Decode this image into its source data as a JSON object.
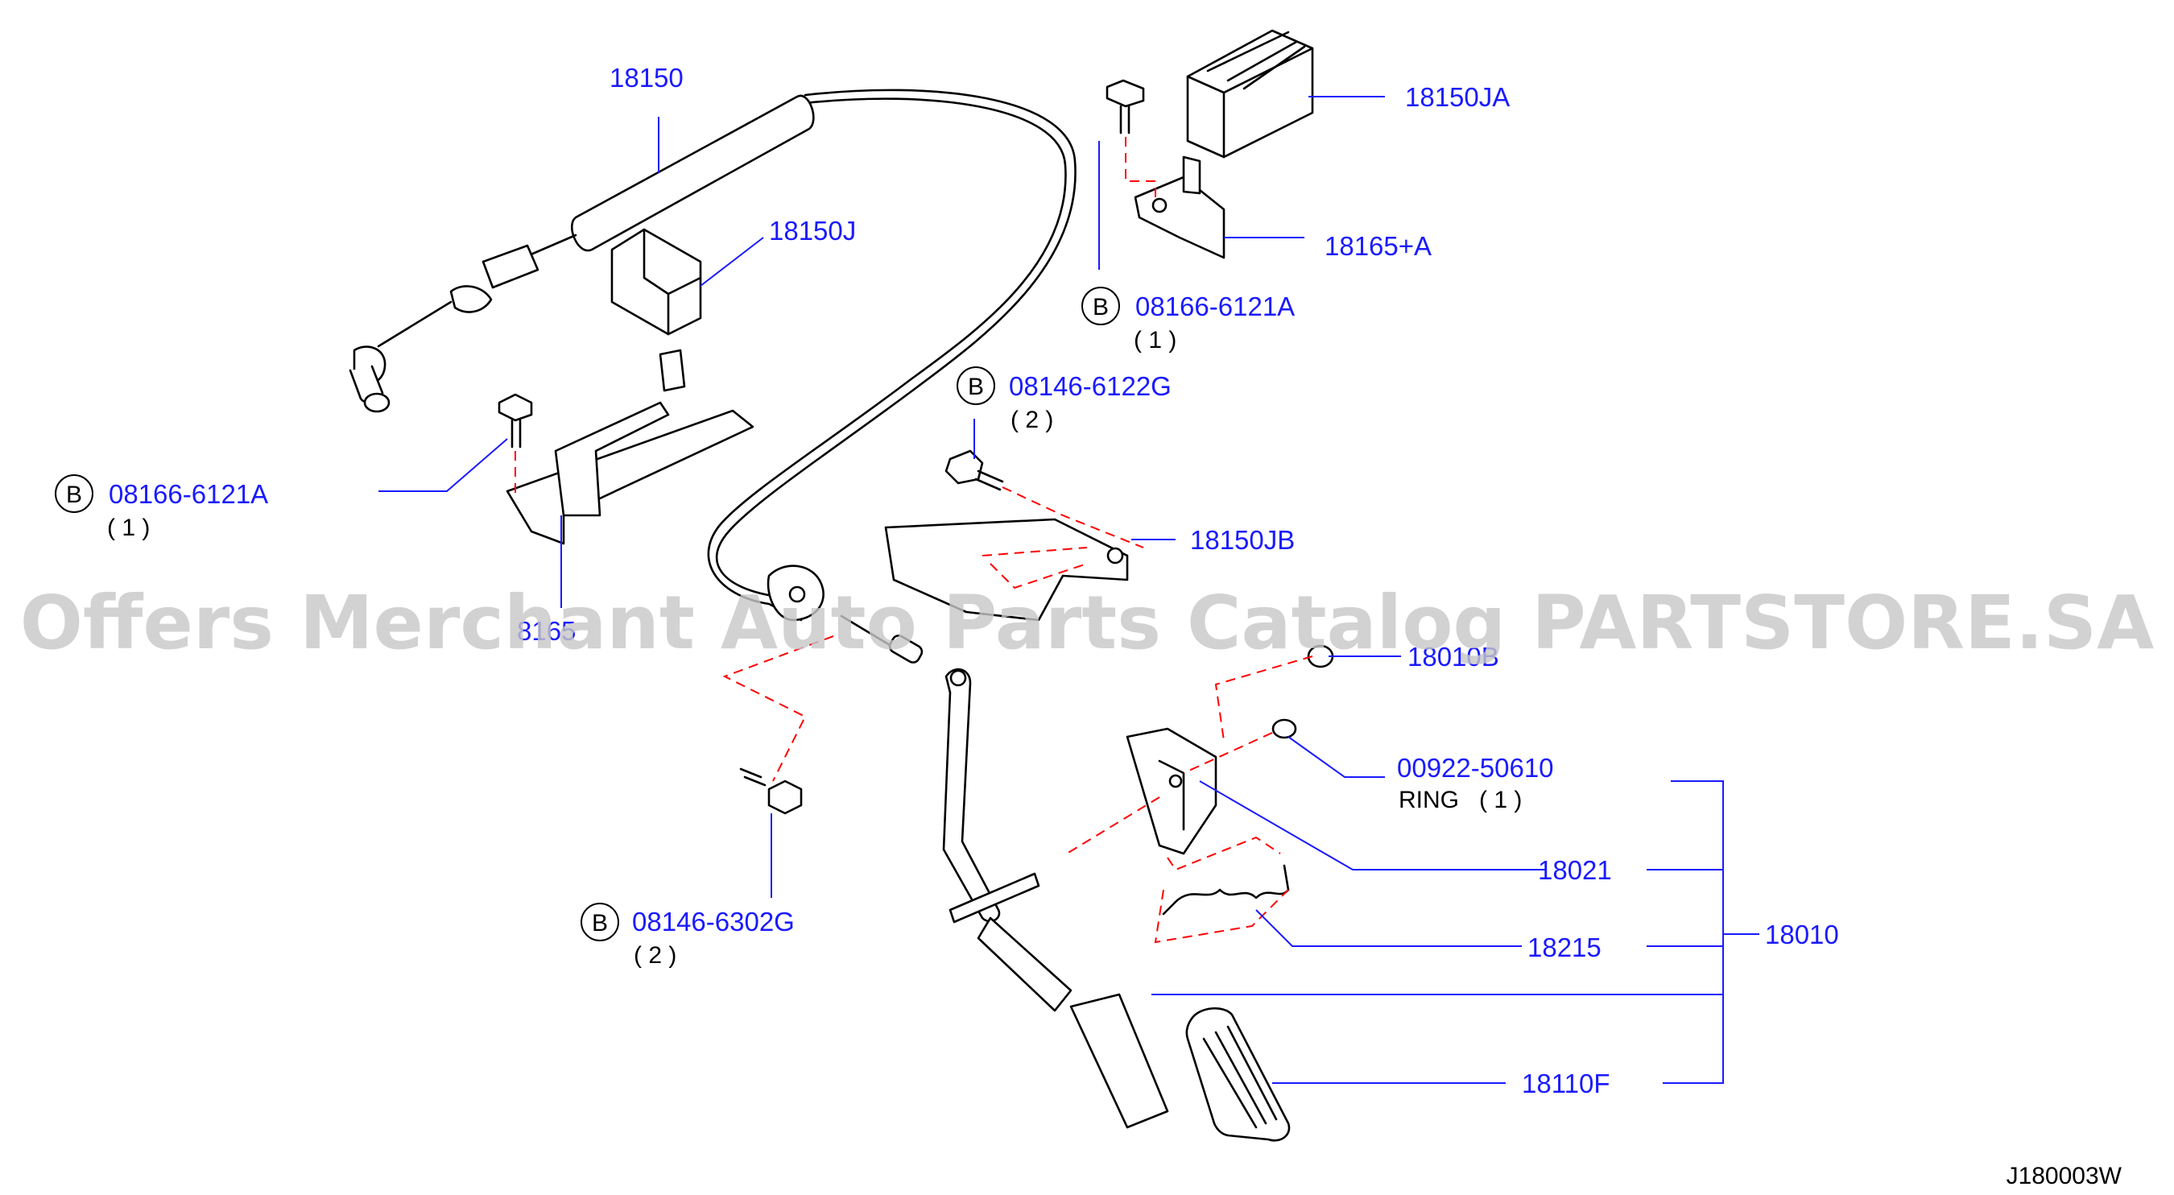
{
  "diagram": {
    "watermark": "Offers Merchant Auto Parts Catalog PARTSTORE.SA",
    "figure_code": "J180003W",
    "bolt_badge": "B",
    "labels": {
      "p18150": "18150",
      "p18150JA": "18150JA",
      "p18150J": "18150J",
      "p18165A": "18165+A",
      "p08166_right": "08166-6121A",
      "p08166_right_qty": "( 1 )",
      "p08146_6122G": "08146-6122G",
      "p08146_6122G_qty": "( 2 )",
      "p08166_left": "08166-6121A",
      "p08166_left_qty": "( 1 )",
      "p18150JB": "18150JB",
      "p8165_partial": "8165",
      "p18010B_partial": "18010B",
      "p00922": "00922-50610",
      "p00922_desc": "RING   ( 1 )",
      "p18021": "18021",
      "p18010": "18010",
      "p18215": "18215",
      "p08146_6302G": "08146-6302G",
      "p08146_6302G_qty": "( 2 )",
      "p18110F": "18110F"
    },
    "colors": {
      "label_blue": "#1a1aff",
      "dashed_red": "#ff0000",
      "watermark_grey": "#c8c8c8"
    }
  }
}
